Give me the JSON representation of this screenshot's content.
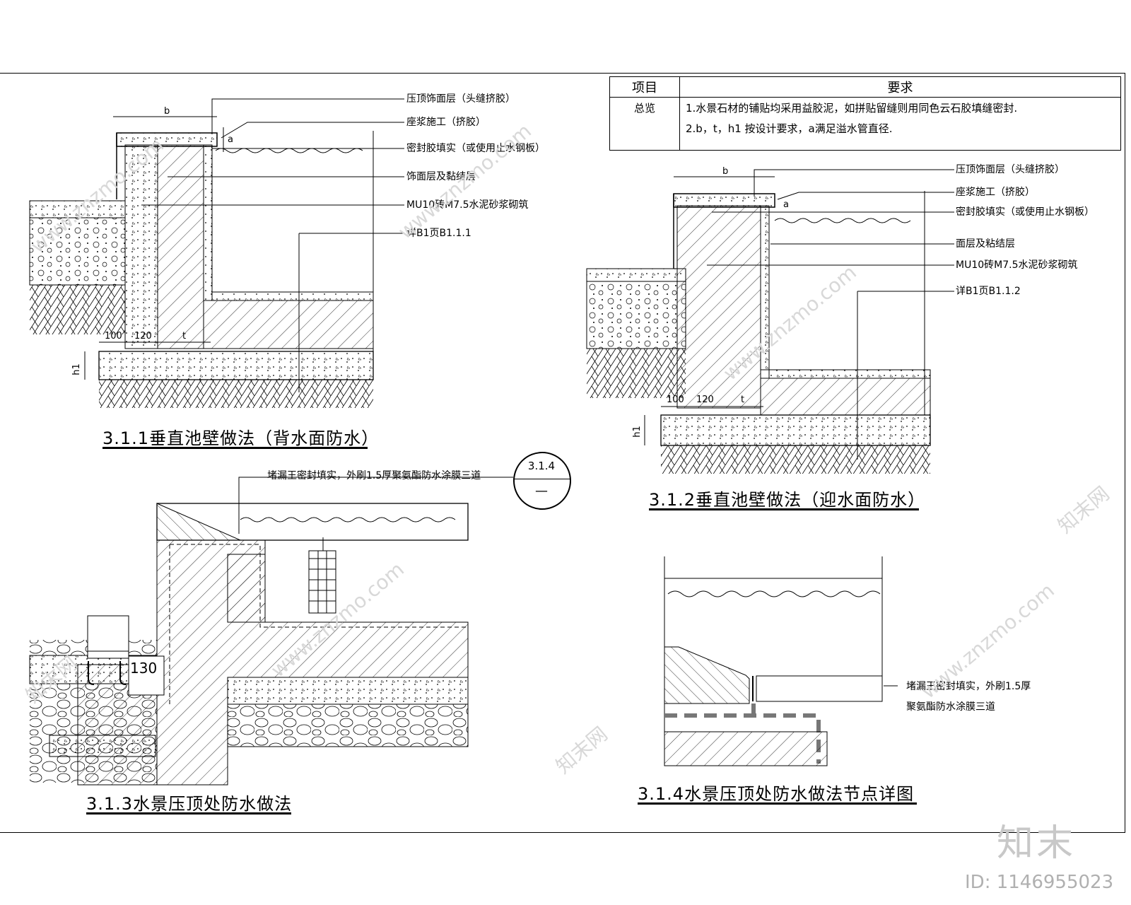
{
  "table": {
    "header_item": "项目",
    "header_req": "要求",
    "row_label": "总览",
    "line1": "1.水景石材的铺贴均采用益胶泥，如拼贴留缝则用同色云石胶填缝密封.",
    "line2": "2.b，t，h1 按设计要求，a满足溢水管直径."
  },
  "d1": {
    "caption": "3.1.1垂直池壁做法（背水面防水）",
    "labels": [
      "压顶饰面层（头缝挤胶）",
      "座浆施工（挤胶）",
      "密封胶填实（或使用止水钢板）",
      "饰面层及黏结层",
      "MU10砖M7.5水泥砂浆砌筑",
      "详B1页B1.1.1"
    ],
    "dims": {
      "b": "b",
      "a": "a",
      "d100": "100",
      "d120": "120",
      "t": "t",
      "h1": "h1"
    }
  },
  "d2": {
    "caption": "3.1.2垂直池壁做法（迎水面防水）",
    "labels": [
      "压顶饰面层（头缝挤胶）",
      "座浆施工（挤胶）",
      "密封胶填实（或使用止水钢板）",
      "面层及粘结层",
      "MU10砖M7.5水泥砂浆砌筑",
      "详B1页B1.1.2"
    ],
    "dims": {
      "b": "b",
      "a": "a",
      "d100": "100",
      "d120": "120",
      "t": "t",
      "h1": "h1"
    }
  },
  "d3": {
    "caption": "3.1.3水景压顶处防水做法",
    "label": "堵漏王密封填实，外刷1.5厚聚氨酯防水涂膜三道",
    "dim": "130",
    "ref_top": "3.1.4",
    "ref_bottom": "—"
  },
  "d4": {
    "caption": "3.1.4水景压顶处防水做法节点详图",
    "label_line1": "堵漏王密封填实，外刷1.5厚",
    "label_line2": "聚氨酯防水涂膜三道"
  },
  "watermark": {
    "site": "www.znzmo.com",
    "brand": "知末网",
    "logo": "知末",
    "id": "ID: 1146955023"
  },
  "colors": {
    "line": "#000000",
    "watermark": "#d8d8d8"
  }
}
